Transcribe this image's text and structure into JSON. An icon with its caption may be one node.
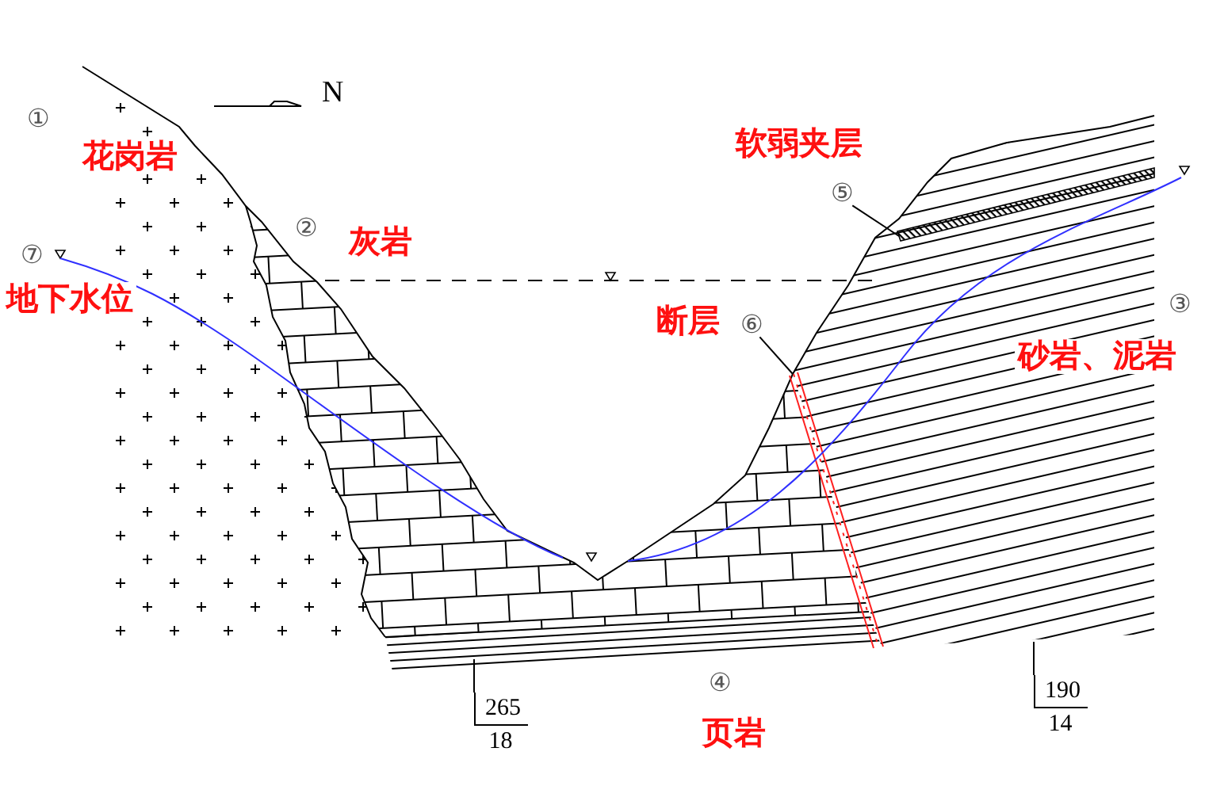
{
  "diagram": {
    "nodes": [
      {
        "text": [
          "⑤"
        ]
      },
      {
        "text": [
          "⑥"
        ]
      },
      {
        "text": [
          "265",
          "18"
        ]
      },
      {
        "text": [
          "190",
          "14"
        ]
      }
    ],
    "edges": [
      {
        "from": 0,
        "to": null,
        "arrow": "none"
      },
      {
        "from": 1,
        "to": null,
        "arrow": "none"
      },
      {
        "from": 2,
        "to": null,
        "arrow": "none"
      },
      {
        "from": 3,
        "to": null,
        "arrow": "none"
      }
    ],
    "labels": [
      "N",
      "①",
      "花岗岩",
      "软弱夹层",
      "②",
      "灰岩",
      "⑦",
      "地下水位",
      "断层",
      "③",
      "砂岩、泥岩",
      "④",
      "页岩"
    ]
  }
}
